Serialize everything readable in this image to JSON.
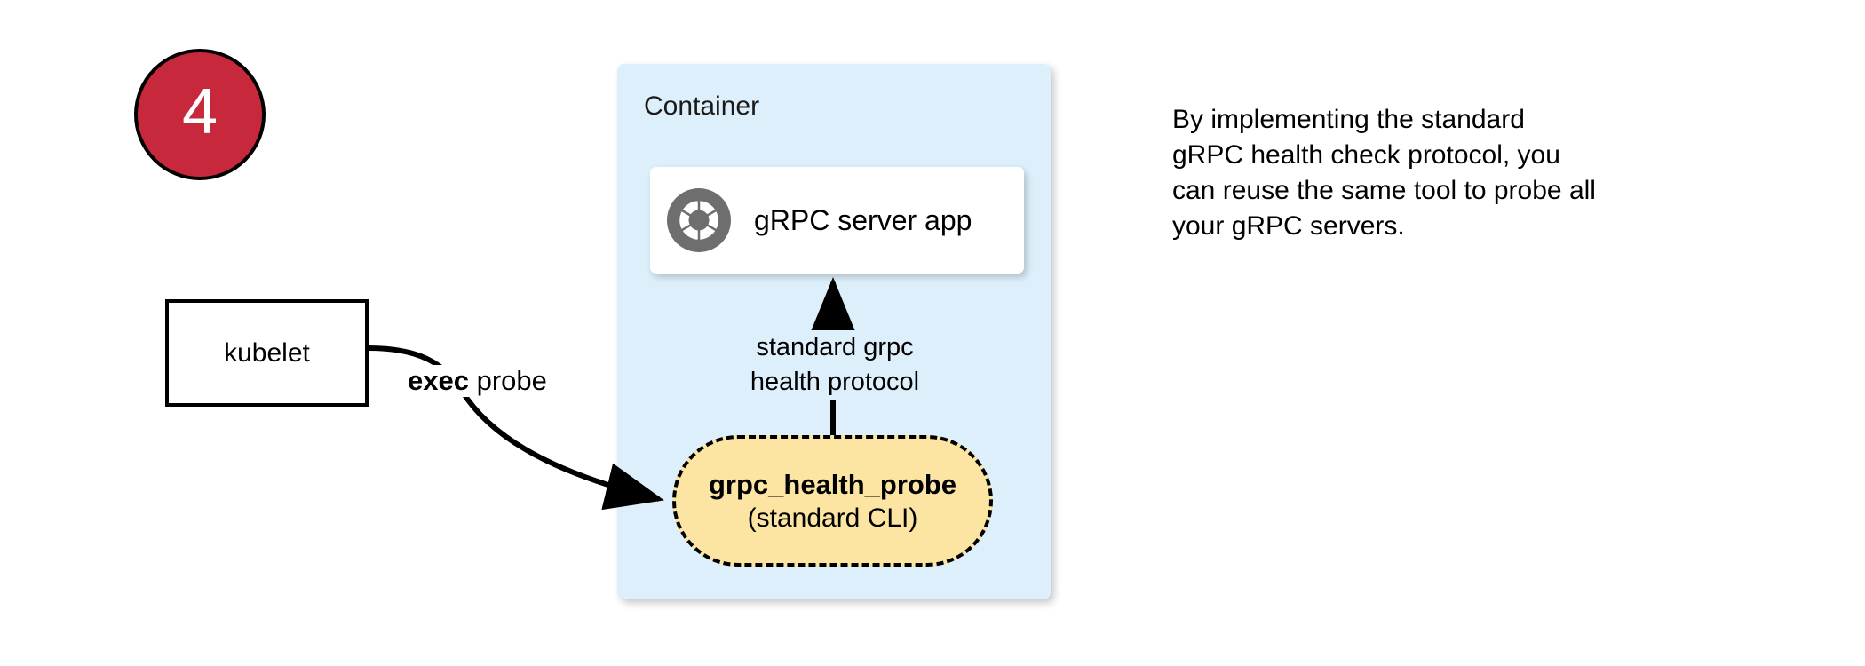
{
  "step": {
    "number": "4",
    "color": "#C8283C"
  },
  "kubelet": {
    "label": "kubelet"
  },
  "container": {
    "title": "Container",
    "fill": "#DCEFFA"
  },
  "server_card": {
    "label": "gRPC server app",
    "icon": "grpc-aperture-icon",
    "icon_color": "#6E6E6E"
  },
  "probe": {
    "name": "grpc_health_probe",
    "subtitle": "(standard CLI)",
    "fill": "#FCE5A2"
  },
  "edges": {
    "exec_probe_bold": "exec",
    "exec_probe_rest": " probe",
    "protocol_line1": "standard grpc",
    "protocol_line2": "health protocol"
  },
  "caption": {
    "line1": "By implementing the standard",
    "line2": "gRPC health check protocol, you",
    "line3": "can reuse the same tool to probe all",
    "line4": "your gRPC servers."
  }
}
